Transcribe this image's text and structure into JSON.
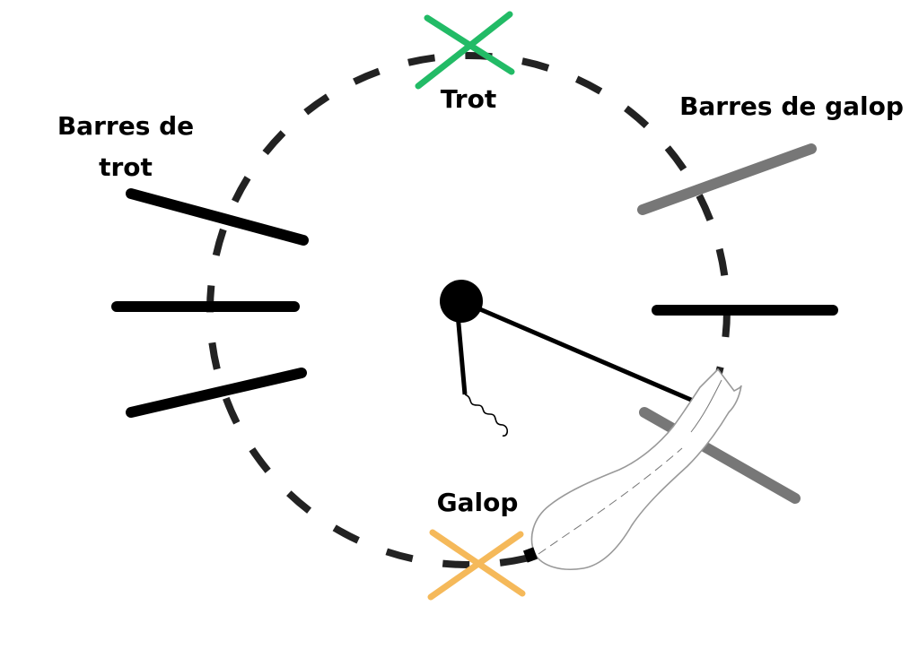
{
  "labels": {
    "trot": "Trot",
    "galop": "Galop",
    "barres_de_galop": "Barres de galop",
    "barres_de_trot": "Barres de trot"
  },
  "colors": {
    "circle": "#222222",
    "trot_marker": "#22bb66",
    "galop_marker": "#f5b95a",
    "trot_poles": "#000000",
    "galop_poles": "#777777",
    "black_pole": "#000000",
    "lunge_line": "#000000",
    "horse_outline": "#999999"
  },
  "icons": {
    "trot_marker": "x-cross-icon",
    "galop_marker": "x-cross-icon",
    "horse": "horse-top-view-icon",
    "lunger": "lunger-dot-icon",
    "whip": "lunge-whip-icon"
  }
}
